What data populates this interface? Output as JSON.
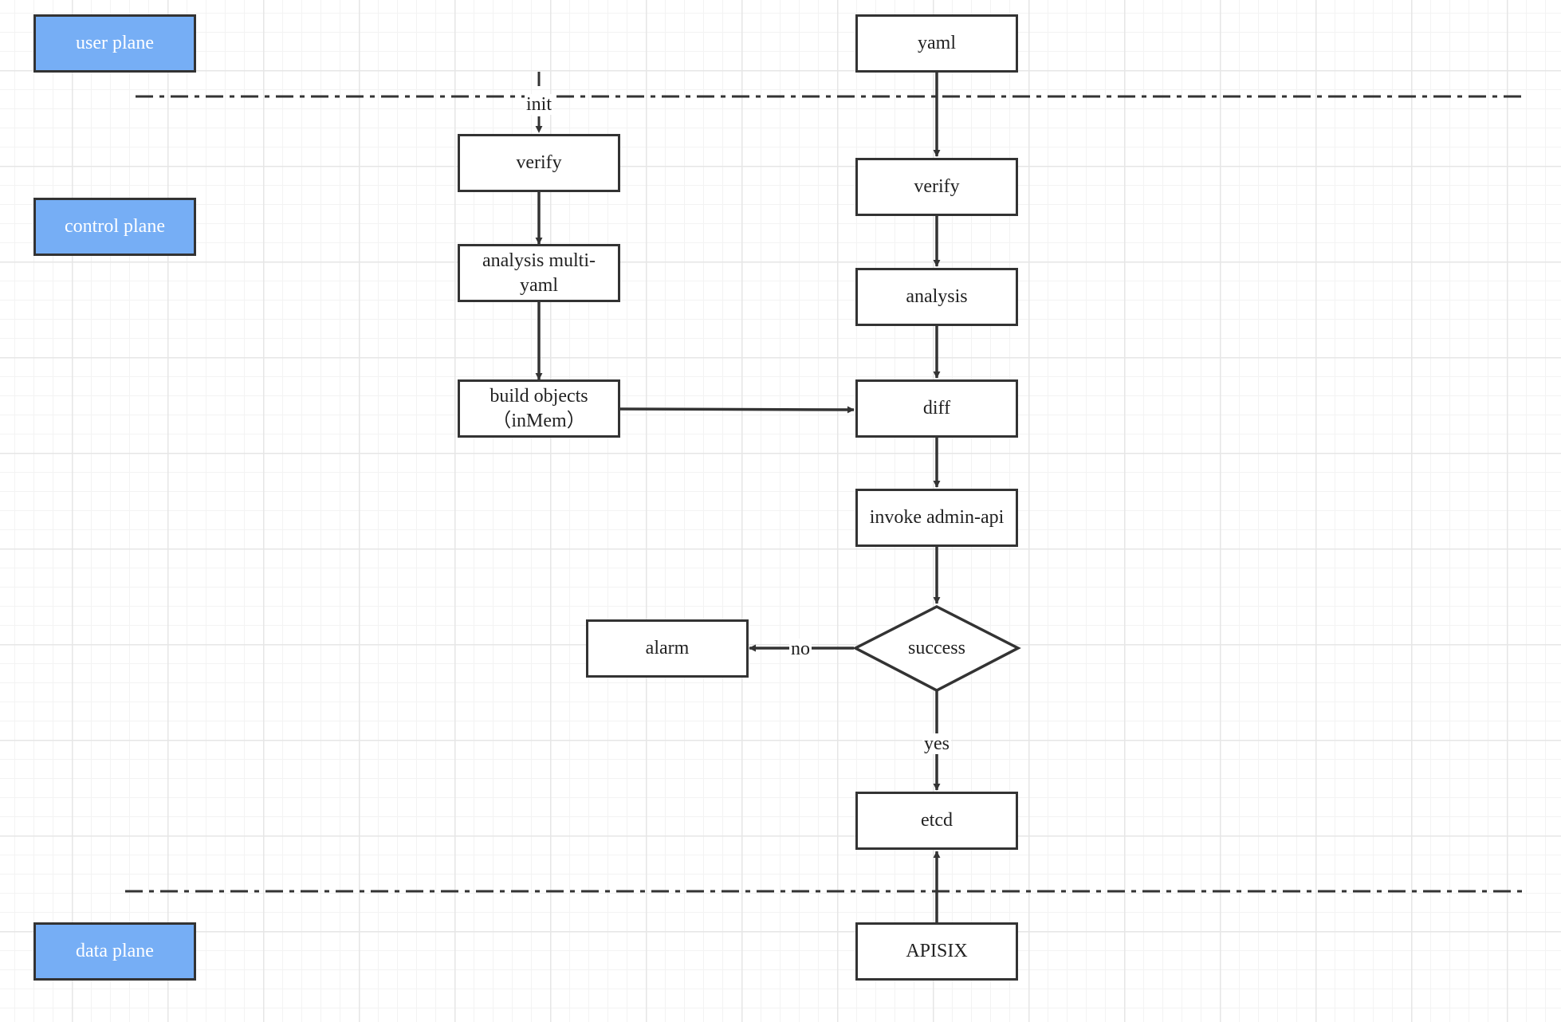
{
  "planes": {
    "user": "user plane",
    "control": "control plane",
    "data": "data plane"
  },
  "nodes": {
    "yaml": "yaml",
    "verify_left": "verify",
    "analysis_multi_yaml": "analysis multi-yaml",
    "build_objects": "build objects（inMem）",
    "verify_right": "verify",
    "analysis": "analysis",
    "diff": "diff",
    "invoke_admin_api": "invoke admin-api",
    "success": "success",
    "alarm": "alarm",
    "etcd": "etcd",
    "apisix": "APISIX"
  },
  "edge_labels": {
    "init": "init",
    "no": "no",
    "yes": "yes"
  },
  "colors": {
    "plane_fill": "#76aef5",
    "stroke": "#333333",
    "grid": "#e6e6e6"
  }
}
